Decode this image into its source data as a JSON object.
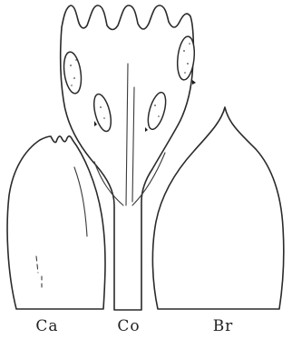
{
  "figure": {
    "labels": {
      "calyx": "Ca",
      "corolla": "Co",
      "bract": "Br"
    }
  }
}
